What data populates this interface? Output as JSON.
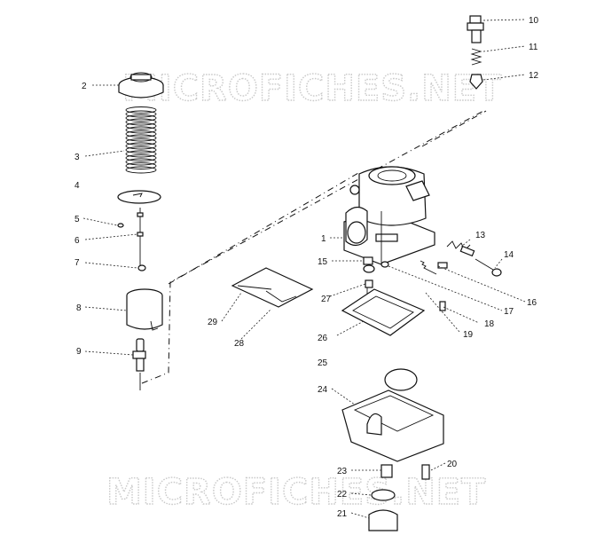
{
  "watermark": {
    "top": "MICROFICHES.NET",
    "bottom": "MICROFICHES.NET"
  },
  "callouts": [
    {
      "id": "c2",
      "text": "2"
    },
    {
      "id": "c3",
      "text": "3"
    },
    {
      "id": "c4",
      "text": "4"
    },
    {
      "id": "c5",
      "text": "5"
    },
    {
      "id": "c6",
      "text": "6"
    },
    {
      "id": "c7",
      "text": "7"
    },
    {
      "id": "c8",
      "text": "8"
    },
    {
      "id": "c9",
      "text": "9"
    },
    {
      "id": "c10",
      "text": "10"
    },
    {
      "id": "c11",
      "text": "11"
    },
    {
      "id": "c12",
      "text": "12"
    },
    {
      "id": "c1",
      "text": "1"
    },
    {
      "id": "c13",
      "text": "13"
    },
    {
      "id": "c14",
      "text": "14"
    },
    {
      "id": "c15",
      "text": "15"
    },
    {
      "id": "c16",
      "text": "16"
    },
    {
      "id": "c17",
      "text": "17"
    },
    {
      "id": "c18",
      "text": "18"
    },
    {
      "id": "c19",
      "text": "19"
    },
    {
      "id": "c27",
      "text": "27"
    },
    {
      "id": "c29",
      "text": "29"
    },
    {
      "id": "c28",
      "text": "28"
    },
    {
      "id": "c26",
      "text": "26"
    },
    {
      "id": "c25",
      "text": "25"
    },
    {
      "id": "c24",
      "text": "24"
    },
    {
      "id": "c23",
      "text": "23"
    },
    {
      "id": "c20",
      "text": "20"
    },
    {
      "id": "c22",
      "text": "22"
    },
    {
      "id": "c21",
      "text": "21"
    }
  ]
}
